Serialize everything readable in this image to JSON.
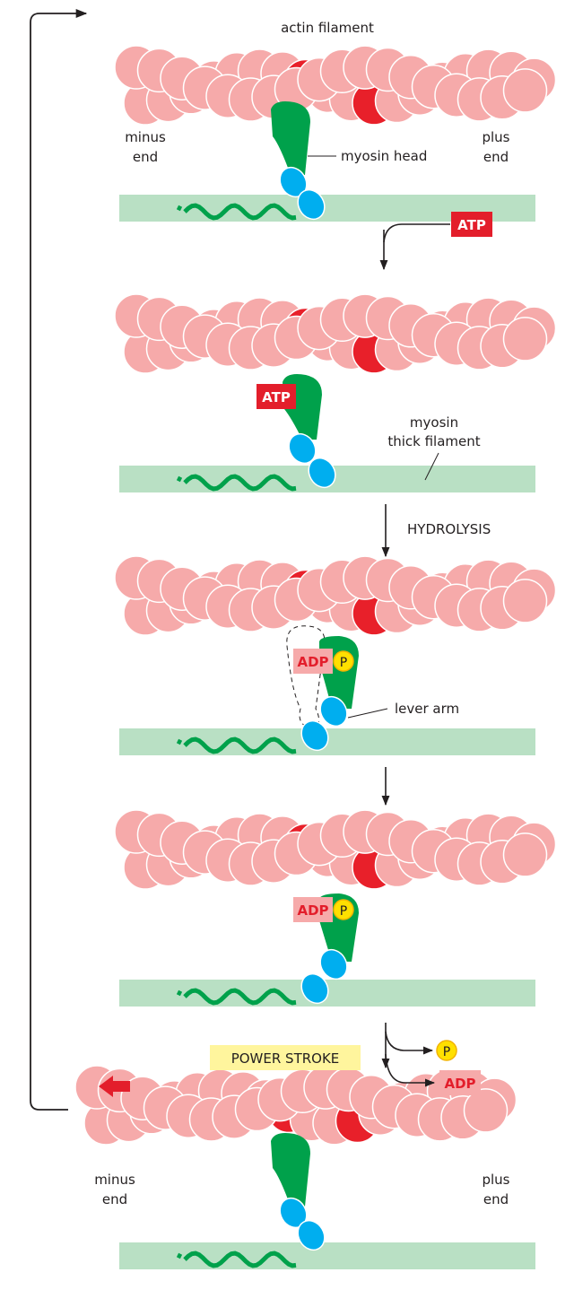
{
  "labels": {
    "actin_filament": "actin filament",
    "minus": "minus",
    "end": "end",
    "plus": "plus",
    "myosin_head": "myosin head",
    "myosin": "myosin",
    "thick_filament": "thick filament",
    "hydrolysis": "HYDROLYSIS",
    "lever_arm": "lever arm",
    "power_stroke": "POWER STROKE",
    "atp": "ATP",
    "adp": "ADP",
    "p": "P"
  },
  "colors": {
    "actin": "#f6aaaa",
    "actin_bound": "#e8202a",
    "myosin_head": "#00a14b",
    "lever": "#00aeef",
    "thick_filament": "#b9e0c4",
    "atp_box": "#e31e2b",
    "adp_box": "#f6aaaa",
    "phosphate": "#ffe000",
    "power_stroke_bg": "#fff59d"
  }
}
